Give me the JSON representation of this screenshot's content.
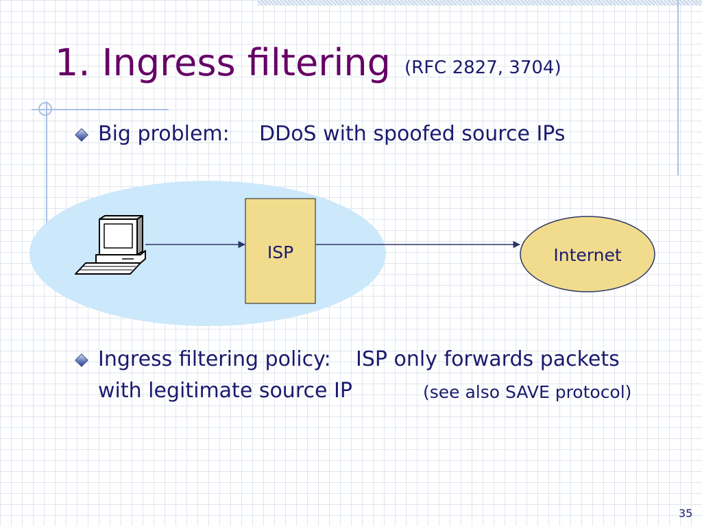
{
  "slide": {
    "title": "1. Ingress filtering",
    "subtitle": "(RFC 2827, 3704)",
    "page_number": "35"
  },
  "bullets": [
    {
      "label": "Big problem:",
      "text": "DDoS with spoofed source IPs"
    },
    {
      "label": "Ingress filtering policy:",
      "text": "ISP only forwards packets",
      "line2": "with legitimate source IP",
      "note": "(see also SAVE protocol)"
    }
  ],
  "diagram": {
    "isp_label": "ISP",
    "internet_label": "Internet",
    "colors": {
      "network_ellipse": "#cce8fb",
      "isp_box": "#f1dc8e",
      "internet_ellipse": "#f1dc8e",
      "arrow": "#2b3566"
    },
    "icons": [
      "computer-icon"
    ]
  }
}
